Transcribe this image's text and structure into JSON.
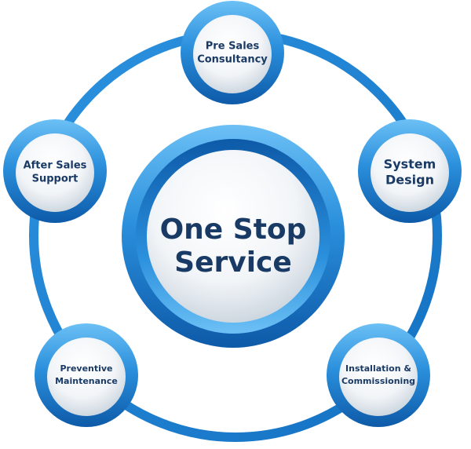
{
  "center": {
    "line1": "One Stop",
    "line2": "Service"
  },
  "nodes": {
    "pre_sales": {
      "line1": "Pre Sales",
      "line2": "Consultancy"
    },
    "system_design": {
      "line1": "System",
      "line2": "Design"
    },
    "installation": {
      "line1": "Installation &",
      "line2": "Commissioning"
    },
    "preventive": {
      "line1": "Preventive",
      "line2": "Maintenance"
    },
    "after_sales": {
      "line1": "After Sales",
      "line2": "Support"
    }
  },
  "colors": {
    "ring": "#1f86d6",
    "ring_dark": "#0f5fae",
    "ring_light": "#5fb6f2",
    "text": "#1a3a66",
    "inner_light": "#ffffff",
    "inner_shade": "#c9d3dc"
  }
}
